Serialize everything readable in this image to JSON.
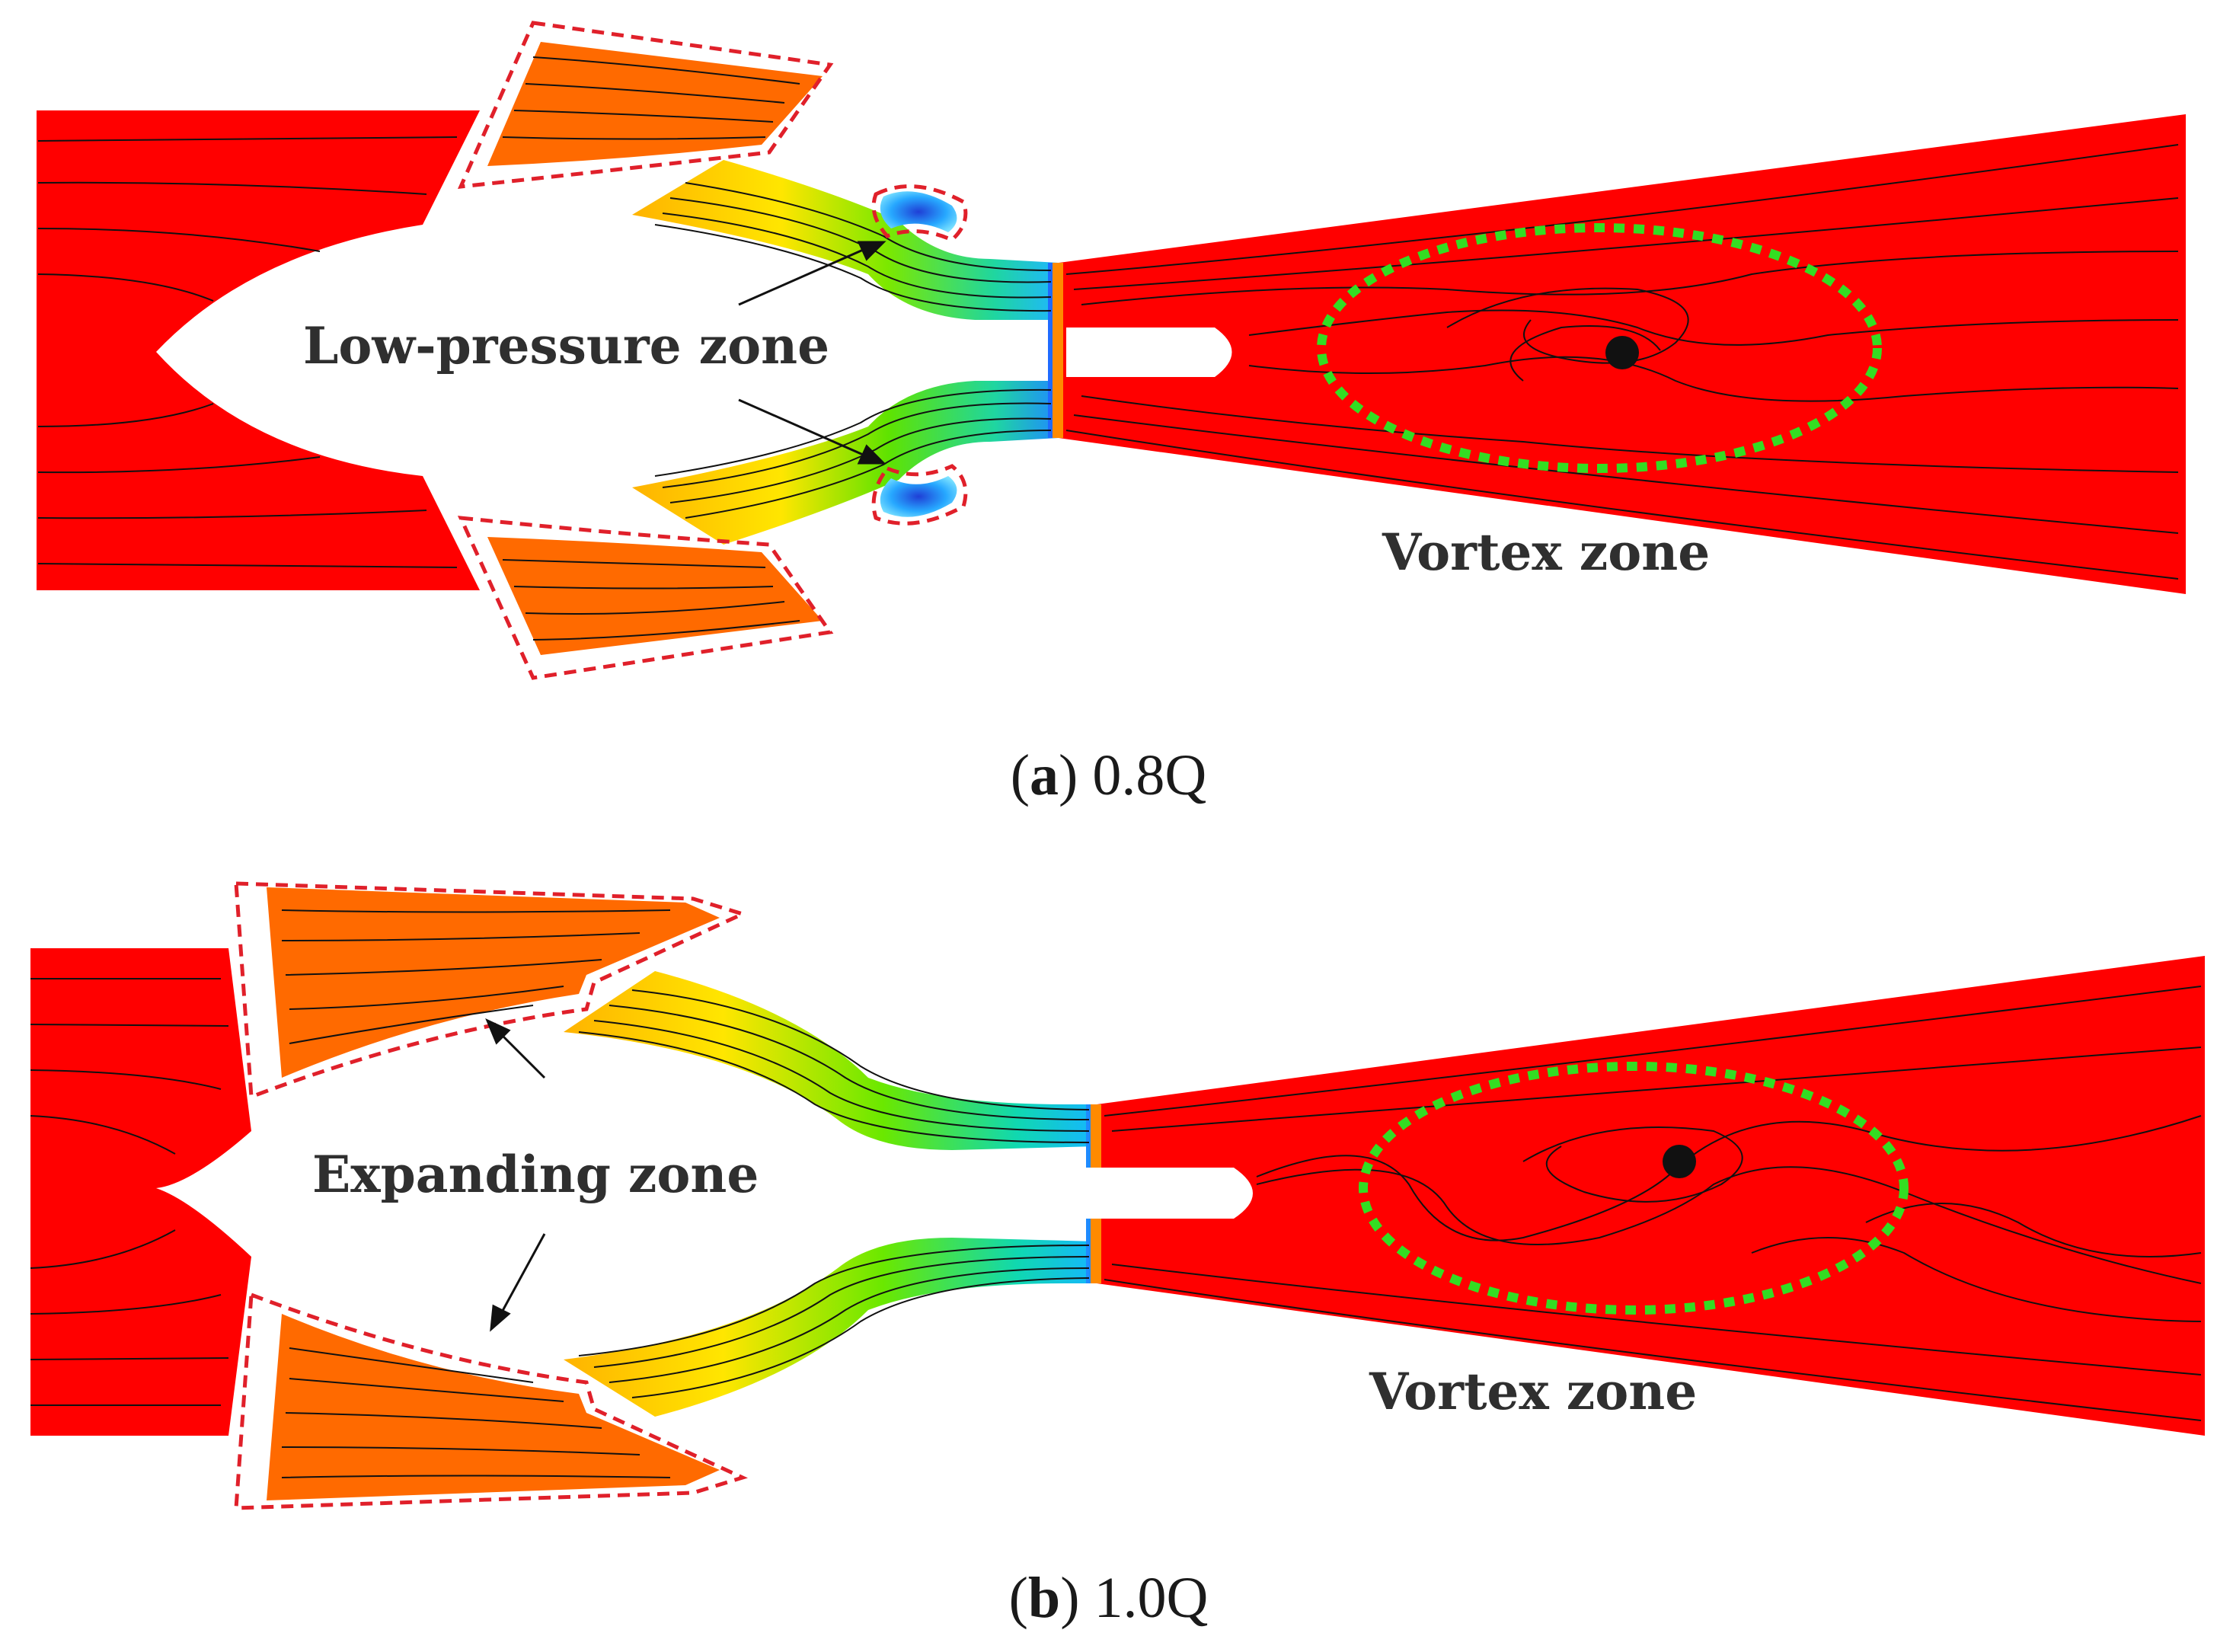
{
  "panels": [
    {
      "id": "a",
      "caption_letter": "a",
      "caption_value": "0.8Q",
      "annotations": [
        "Low-pressure zone",
        "Vortex zone"
      ]
    },
    {
      "id": "b",
      "caption_letter": "b",
      "caption_value": "1.0Q",
      "annotations": [
        "Expanding zone",
        "Vortex zone"
      ]
    }
  ],
  "colors": {
    "high_pressure": "#ff0000",
    "medium_high": "#ff6a00",
    "medium": "#ffd400",
    "low": "#22dd22",
    "lowest": "#1f4fd6",
    "highlight_dash": "#e0202a",
    "vortex_ellipse": "#33dd22",
    "streamline": "#111111"
  }
}
